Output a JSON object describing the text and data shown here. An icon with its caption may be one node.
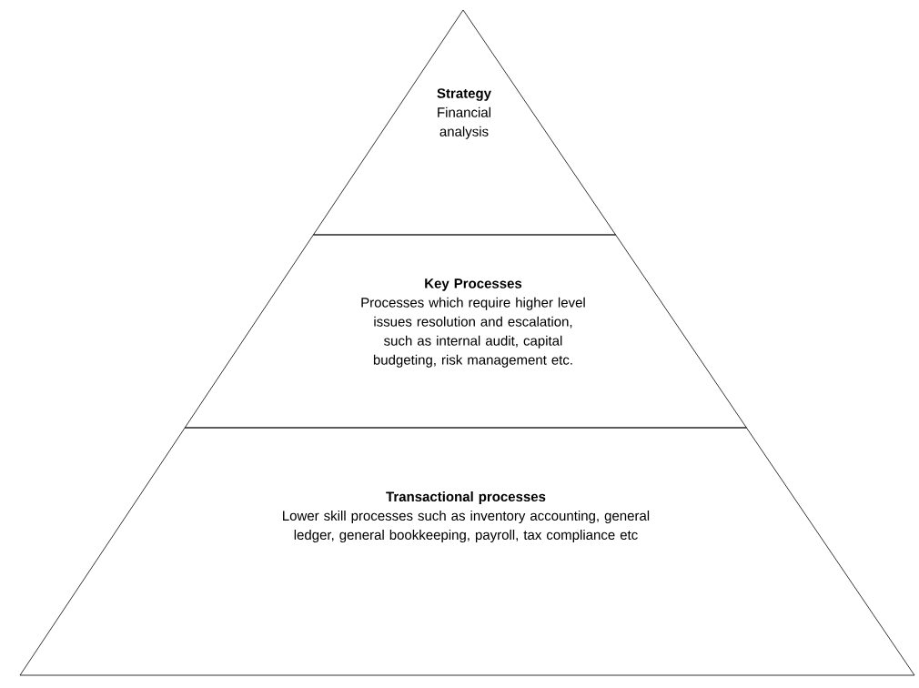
{
  "diagram": {
    "nodes": [
      {
        "text": [
          "Strategy",
          "Financial analysis"
        ]
      },
      {
        "text": [
          "Key Processes",
          "Processes which require higher level issues resolution and escalation, such as internal audit, capital budgeting, risk management etc."
        ]
      },
      {
        "text": [
          "Transactional processes",
          "Lower skill processes such as inventory accounting, general ledger, general bookkeeping, payroll, tax compliance etc"
        ]
      }
    ]
  }
}
